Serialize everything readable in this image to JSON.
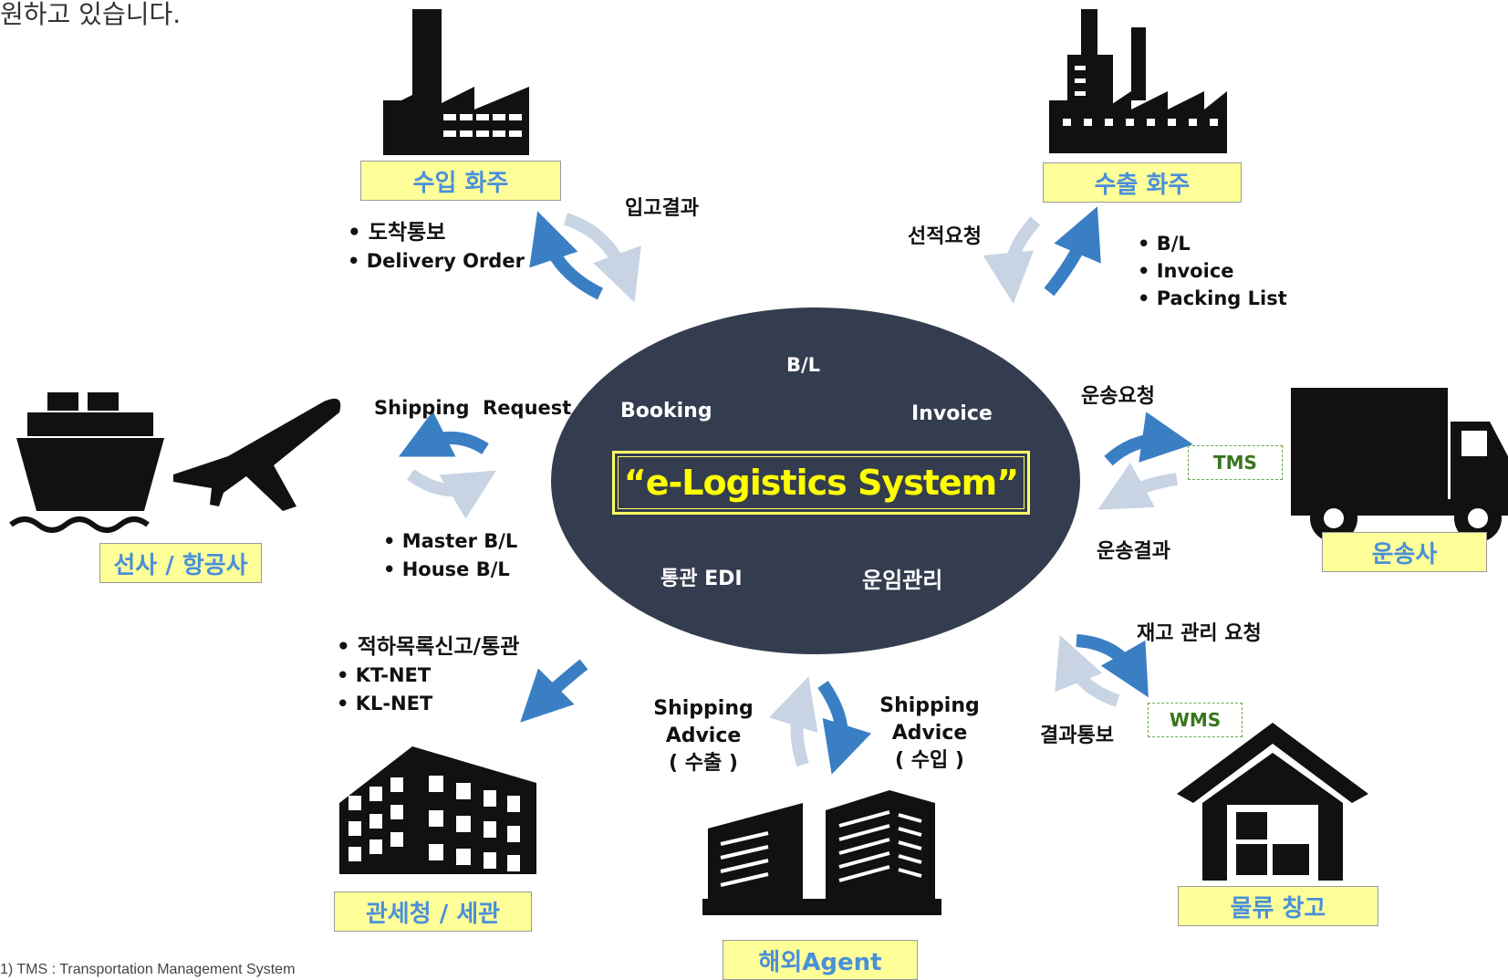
{
  "top_text": "원하고 있습니다.",
  "center": {
    "title": "“e-Logistics System”",
    "items": {
      "bl": "B/L",
      "booking": "Booking",
      "invoice": "Invoice",
      "customs": "통관 EDI",
      "freight": "운임관리"
    }
  },
  "nodes": {
    "import_shipper": "수입 화주",
    "export_shipper": "수출 화주",
    "carrier": "선사 / 항공사",
    "trucking": "운송사",
    "customs": "관세청 / 세관",
    "agent": "해외Agent",
    "warehouse": "물류 창고"
  },
  "flows": {
    "warehousing_result": "입고결과",
    "import_docs": [
      "도착통보",
      "Delivery Order"
    ],
    "shipment_request": "선적요청",
    "export_docs": [
      "B/L",
      "Invoice",
      "Packing List"
    ],
    "shipping_request": "Shipping  Request",
    "carrier_docs": [
      "Master B/L",
      "House B/L"
    ],
    "transport_request": "운송요청",
    "transport_result": "운송결과",
    "customs_docs": [
      "적하목록신고/통관",
      "KT-NET",
      "KL-NET"
    ],
    "advice_export": [
      "Shipping",
      "Advice",
      "( 수출 )"
    ],
    "advice_import": [
      "Shipping",
      "Advice",
      "( 수입 )"
    ],
    "inventory_request": "재고 관리 요청",
    "result_notice": "결과통보"
  },
  "systems": {
    "tms": "TMS",
    "wms": "WMS"
  },
  "footnote": "1) TMS : Transportation Management System",
  "colors": {
    "ellipse": "#343d4f",
    "label_fill": "#ffff99",
    "label_text": "#4a90d9",
    "arrow_dark": "#3a7fc4",
    "arrow_light": "#c8d4e3",
    "core_text": "#ffff00"
  }
}
